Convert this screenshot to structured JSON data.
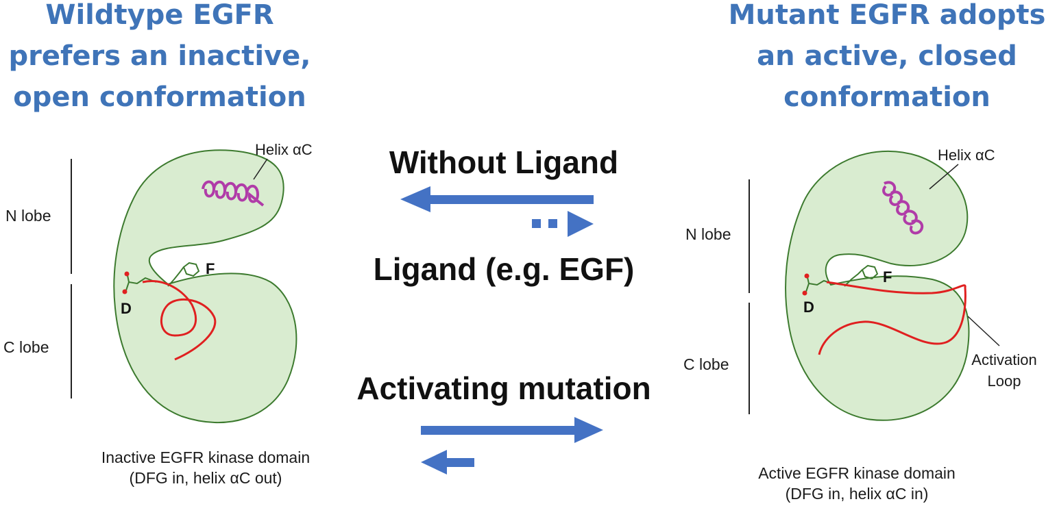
{
  "left_panel": {
    "title_lines": [
      "Wildtype EGFR",
      "prefers an inactive,",
      "open conformation"
    ],
    "helix_label": "Helix αC",
    "n_lobe": "N lobe",
    "c_lobe": "C lobe",
    "d_label": "D",
    "f_label": "F",
    "caption_lines": [
      "Inactive EGFR kinase domain",
      "(DFG in, helix αC out)"
    ]
  },
  "right_panel": {
    "title_lines": [
      "Mutant EGFR adopts",
      "an active, closed",
      "conformation"
    ],
    "helix_label": "Helix αC",
    "n_lobe": "N lobe",
    "c_lobe": "C lobe",
    "d_label": "D",
    "f_label": "F",
    "activation_loop_lines": [
      "Activation",
      "Loop"
    ],
    "caption_lines": [
      "Active EGFR kinase domain",
      "(DFG in, helix αC in)"
    ]
  },
  "middle": {
    "without_ligand": "Without Ligand",
    "ligand": "Ligand (e.g. EGF)",
    "activating_mutation": "Activating mutation"
  },
  "colors": {
    "title": "#3f74b8",
    "arrow": "#4472c4",
    "lobe_fill": "#d9ecd0",
    "lobe_stroke": "#3c7a2e",
    "loop": "#e02020",
    "helix": "#b03ca8"
  }
}
